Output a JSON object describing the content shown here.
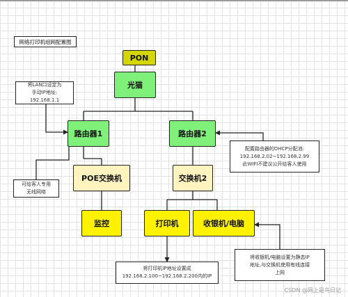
{
  "title": "网络打印机组网配置图",
  "nodes": {
    "pon": "PON",
    "modem": "光猫",
    "router1": "路由器1",
    "router2": "路由器2",
    "poe_switch": "POE交换机",
    "switch2": "交换机2",
    "monitor": "监控",
    "printer": "打印机",
    "cashier": "收银机/电脑"
  },
  "notes": {
    "lan_ip": "将LAN口设定为\n手动IP地址:\n192.168.1.1",
    "guest_wifi": "可给客人专用\n无线网络",
    "dhcp": "配置路由器的DHCP分配池:\n192.168.2.02~192.168.2.99\n此WIFI不建议公开给客人使用",
    "static_ip": "将收银机/电脑设置为静态IP\n地址,与交换机使用有线连接\n上网",
    "printer_ip": "将打印机IP地址设置成\n192.168.2.100~192.168.2.200内的IP"
  },
  "colors": {
    "pon": "#d4d600",
    "router": "#7ff07a",
    "switch": "#fff4bf",
    "device": "#fff200"
  },
  "watermark": "CSDN @网上是鸟日记"
}
